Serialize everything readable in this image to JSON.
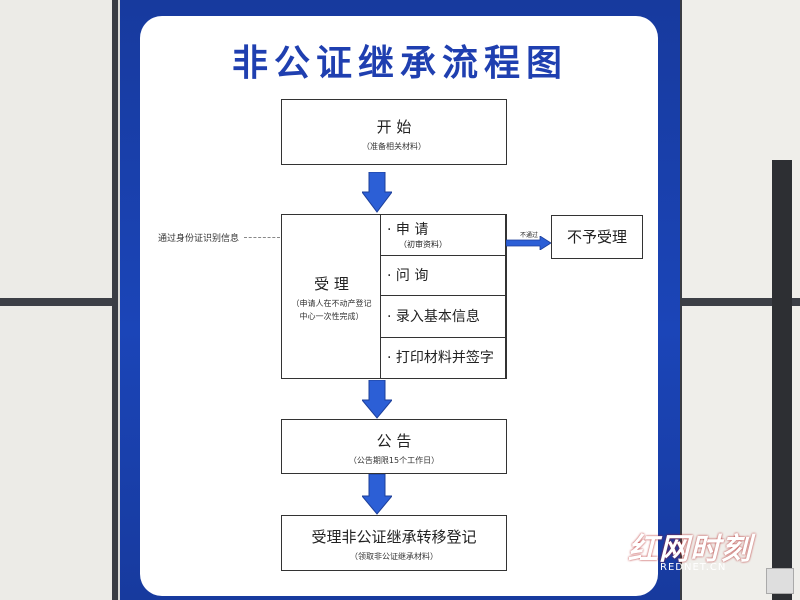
{
  "title": "非公证继承流程图",
  "start": {
    "main": "开  始",
    "sub": "（准备相关材料）"
  },
  "verify_note": "通过身份证识别信息",
  "accept": {
    "main": "受  理",
    "sub1": "（申请人在不动产登记",
    "sub2": "中心一次性完成）"
  },
  "steps": [
    {
      "main": "· 申   请",
      "sub": "（初审资料）"
    },
    {
      "main": "· 问   询",
      "sub": ""
    },
    {
      "main": "· 录入基本信息",
      "sub": ""
    },
    {
      "main": "· 打印材料并签字",
      "sub": ""
    }
  ],
  "reject_label": "不通过",
  "reject": "不予受理",
  "announce": {
    "main": "公  告",
    "sub": "（公告期限15个工作日）"
  },
  "register": {
    "main": "受理非公证继承转移登记",
    "sub": "（领取非公证继承材料）"
  },
  "watermark": {
    "text": "红网时刻",
    "sub": "REDNET.CN"
  },
  "colors": {
    "title": "#1f3fb0",
    "arrow": "#2c5fd6",
    "frame": "#1b45b8"
  }
}
